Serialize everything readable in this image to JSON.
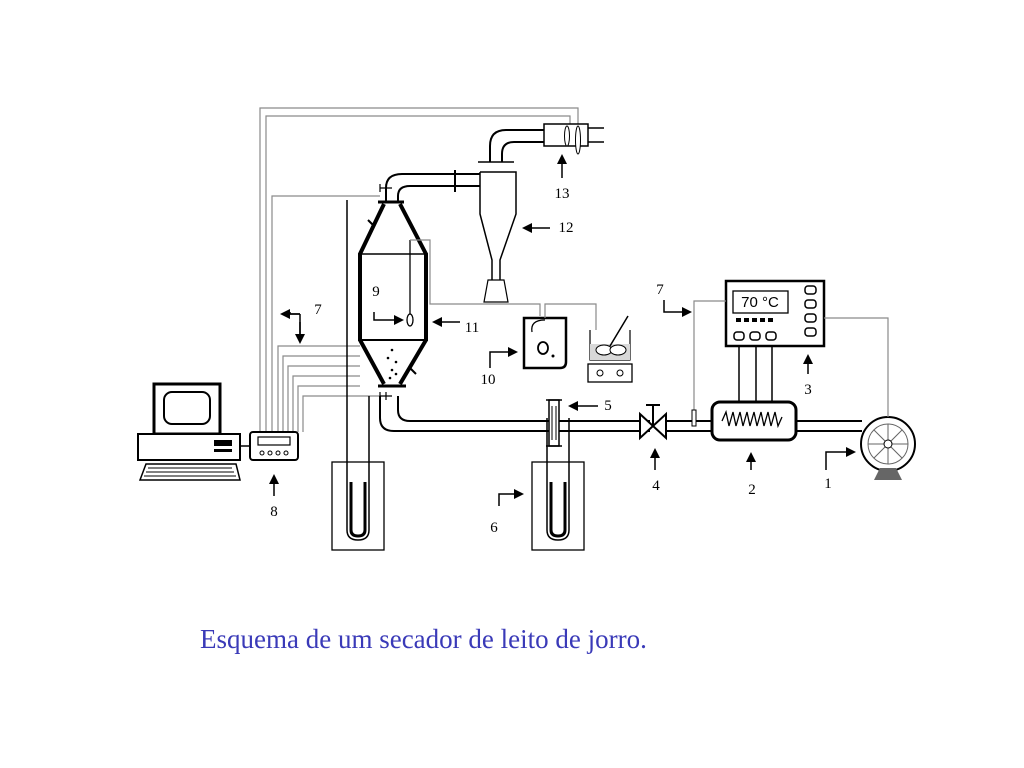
{
  "caption": "Esquema de um secador de leito de jorro.",
  "controller_display": "70 °C",
  "labels": {
    "l1": "1",
    "l2": "2",
    "l3": "3",
    "l4": "4",
    "l5": "5",
    "l6": "6",
    "l7a": "7",
    "l7b": "7",
    "l8": "8",
    "l9": "9",
    "l10": "10",
    "l11": "11",
    "l12": "12",
    "l13": "13"
  }
}
